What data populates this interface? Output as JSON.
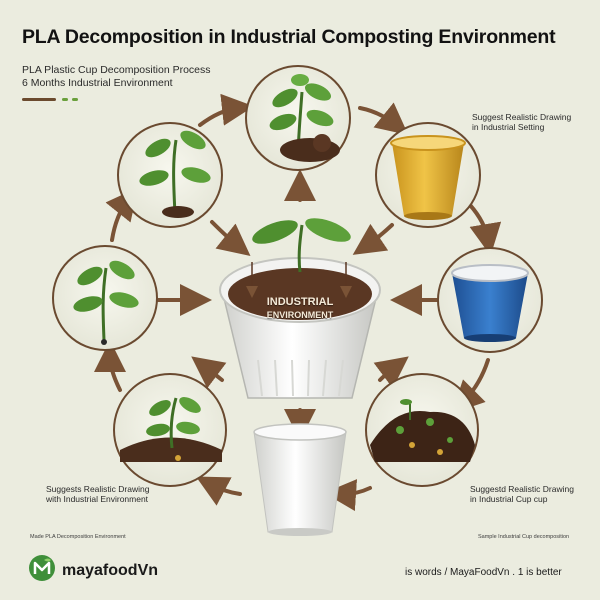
{
  "title": "PLA Decomposition in Industrial Composting Environment",
  "subtitle_line1": "PLA Plastic Cup Decomposition Process",
  "subtitle_line2": "6 Months Industrial Environment",
  "center_label_line1": "INDUSTRIAL",
  "center_label_line2": "ENVIRONMENT",
  "note_top_right_line1": "Suggest Realistic Drawing",
  "note_top_right_line2": "in Industrial Setting",
  "note_bottom_left_line1": "Suggests Realistic Drawing",
  "note_bottom_left_line2": "with Industrial Environment",
  "note_bottom_right_line1": "Suggestd Realistic Drawing",
  "note_bottom_right_line2": "in Industrial Cup cup",
  "fine_left": "Made PLA Decomposition Environment",
  "fine_right": "Sample Industrial Cup decomposition",
  "brand": "mayafoodVn",
  "footer": "is words / MayaFoodVn . 1 is better",
  "colors": {
    "background": "#ebecdf",
    "arrow": "#7a5336",
    "leaf": "#4f8f2f",
    "soil": "#4a2d1c",
    "cup_yellow": "#e3b53a",
    "cup_blue": "#2f6fb9",
    "cup_white": "#f4f4f2",
    "brand_green": "#3f8f3a"
  }
}
